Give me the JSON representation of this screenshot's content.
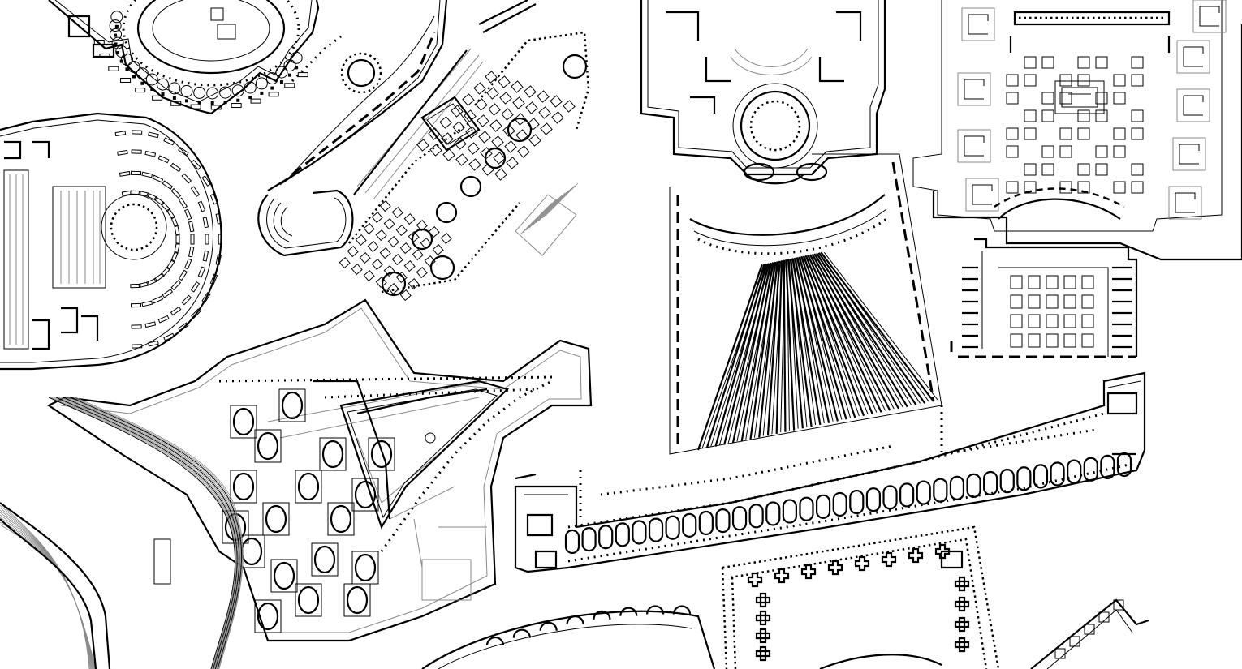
{
  "colors": {
    "background": "#ffffff",
    "ink": "#000000",
    "secondary_ink": "#8a8a8a"
  },
  "plans": [
    {
      "name": "circular-court-complex"
    },
    {
      "name": "hemicycle-peristyle-complex"
    },
    {
      "name": "oval-labyrinth-plan"
    },
    {
      "name": "triangular-thermae-plan"
    },
    {
      "name": "amphitheatre-arc"
    },
    {
      "name": "radial-fan-basilica"
    },
    {
      "name": "palace-square-plan"
    },
    {
      "name": "courtyard-block-plan"
    },
    {
      "name": "long-arcade-wing"
    },
    {
      "name": "dotted-colonnade-court"
    },
    {
      "name": "curved-portico-fragment"
    }
  ]
}
